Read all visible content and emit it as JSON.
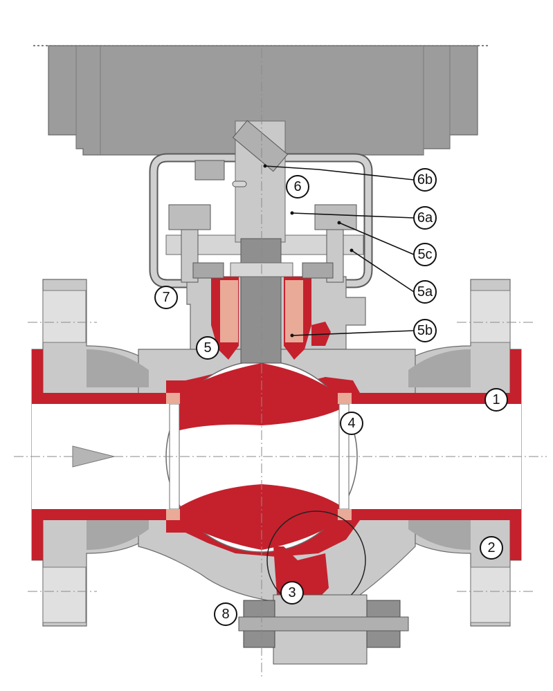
{
  "colors": {
    "body_gray": "#c9c9c9",
    "dark_gray": "#a7a7a7",
    "actuator_gray": "#9c9c9c",
    "liner_red": "#c4212d",
    "seat_pink": "#e9aa98",
    "outline": "#5a5a5a",
    "white": "#ffffff"
  },
  "flow_arrow_icon": "flow-direction-triangle",
  "callouts": [
    {
      "id": "c1",
      "label": "1"
    },
    {
      "id": "c2",
      "label": "2"
    },
    {
      "id": "c3",
      "label": "3"
    },
    {
      "id": "c4",
      "label": "4"
    },
    {
      "id": "c5",
      "label": "5"
    },
    {
      "id": "c5a",
      "label": "5a"
    },
    {
      "id": "c5b",
      "label": "5b"
    },
    {
      "id": "c5c",
      "label": "5c"
    },
    {
      "id": "c6",
      "label": "6"
    },
    {
      "id": "c6a",
      "label": "6a"
    },
    {
      "id": "c6b",
      "label": "6b"
    },
    {
      "id": "c7",
      "label": "7"
    },
    {
      "id": "c8",
      "label": "8"
    }
  ]
}
